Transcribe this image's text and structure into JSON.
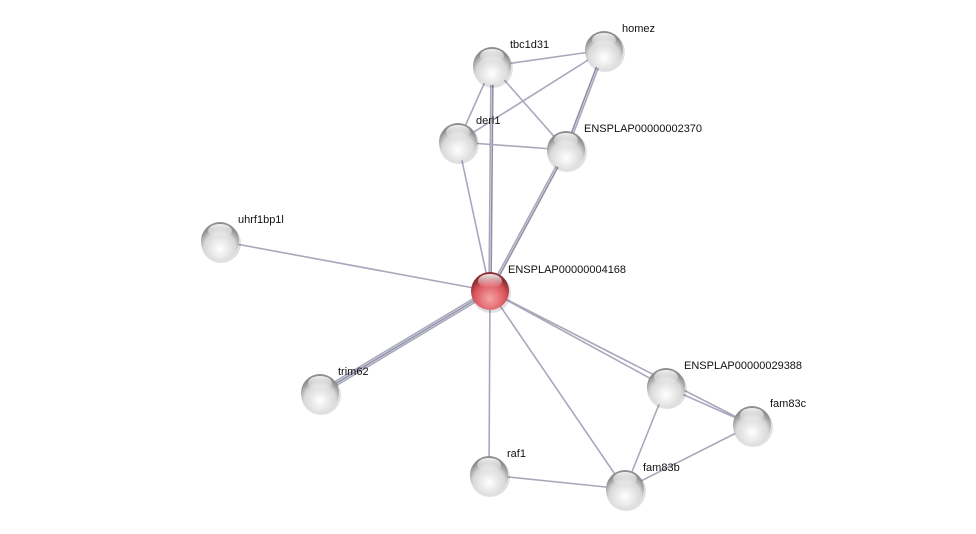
{
  "network": {
    "nodes": [
      {
        "id": "center",
        "label": "ENSPLAP00000004168",
        "query": true
      },
      {
        "id": "tbc1d31",
        "label": "tbc1d31"
      },
      {
        "id": "homez",
        "label": "homez"
      },
      {
        "id": "derl1",
        "label": "derl1"
      },
      {
        "id": "p2370",
        "label": "ENSPLAP00000002370"
      },
      {
        "id": "uhrf1bp1l",
        "label": "uhrf1bp1l"
      },
      {
        "id": "trim62",
        "label": "trim62"
      },
      {
        "id": "p29388",
        "label": "ENSPLAP00000029388"
      },
      {
        "id": "fam83c",
        "label": "fam83c"
      },
      {
        "id": "raf1",
        "label": "raf1"
      },
      {
        "id": "fam83b",
        "label": "fam83b"
      }
    ],
    "edges": [
      [
        "center",
        "tbc1d31",
        2
      ],
      [
        "center",
        "derl1",
        1
      ],
      [
        "center",
        "p2370",
        2
      ],
      [
        "center",
        "uhrf1bp1l",
        1
      ],
      [
        "center",
        "trim62",
        3
      ],
      [
        "center",
        "raf1",
        1
      ],
      [
        "center",
        "fam83b",
        1
      ],
      [
        "center",
        "p29388",
        1
      ],
      [
        "center",
        "fam83c",
        1
      ],
      [
        "tbc1d31",
        "homez",
        1
      ],
      [
        "tbc1d31",
        "derl1",
        1
      ],
      [
        "tbc1d31",
        "p2370",
        1
      ],
      [
        "homez",
        "derl1",
        1
      ],
      [
        "homez",
        "p2370",
        2
      ],
      [
        "derl1",
        "p2370",
        1
      ],
      [
        "p29388",
        "fam83c",
        1
      ],
      [
        "p29388",
        "fam83b",
        1
      ],
      [
        "fam83c",
        "fam83b",
        1
      ],
      [
        "raf1",
        "fam83b",
        1
      ]
    ],
    "colors": {
      "query_node": "#d9545a",
      "node": "#e6e6e6",
      "edge": "#a8a8bd"
    }
  }
}
